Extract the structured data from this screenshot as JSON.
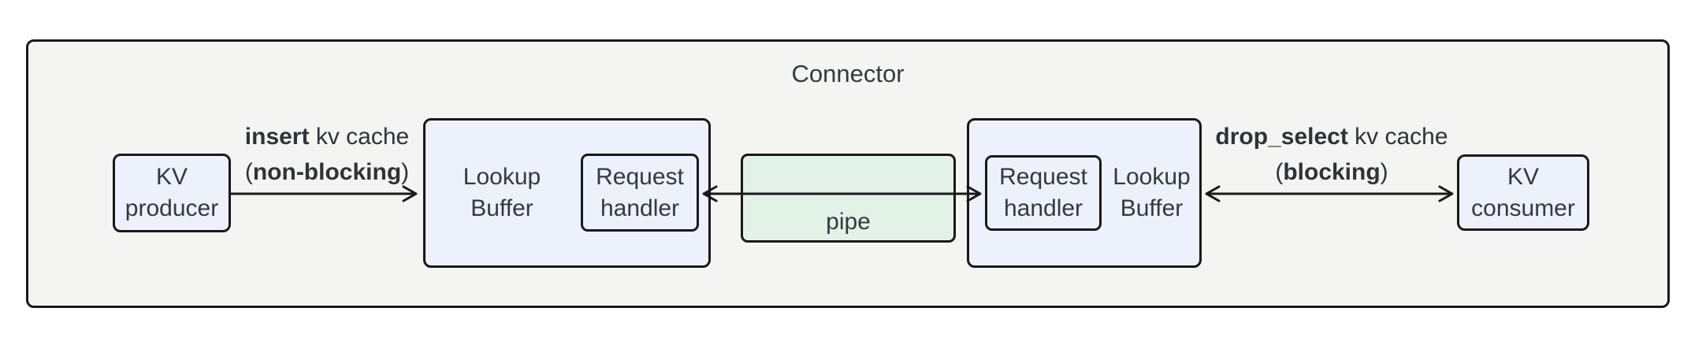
{
  "title": "Connector",
  "colors": {
    "container_fill": "#f4f4f3",
    "node_fill_blue": "#edf1fb",
    "pipe_fill_green": "#e2f2e7",
    "border": "#191919",
    "text": "#33393f",
    "arrow": "#191919"
  },
  "nodes": {
    "kv_producer": {
      "line1": "KV",
      "line2": "producer"
    },
    "lookup_buffer_left": {
      "line1": "Lookup",
      "line2": "Buffer"
    },
    "request_handler_left": {
      "line1": "Request",
      "line2": "handler"
    },
    "pipe": {
      "label": "pipe"
    },
    "request_handler_right": {
      "line1": "Request",
      "line2": "handler"
    },
    "lookup_buffer_right": {
      "line1": "Lookup",
      "line2": "Buffer"
    },
    "kv_consumer": {
      "line1": "KV",
      "line2": "consumer"
    }
  },
  "edges": {
    "insert": {
      "line1_bold": "insert",
      "line1_rest": " kv cache",
      "line2_pre": "(",
      "line2_bold": "non-blocking",
      "line2_post": ")"
    },
    "drop_select": {
      "line1_bold": "drop_select",
      "line1_rest": " kv cache",
      "line2_pre": "(",
      "line2_bold": "blocking",
      "line2_post": ")"
    }
  }
}
